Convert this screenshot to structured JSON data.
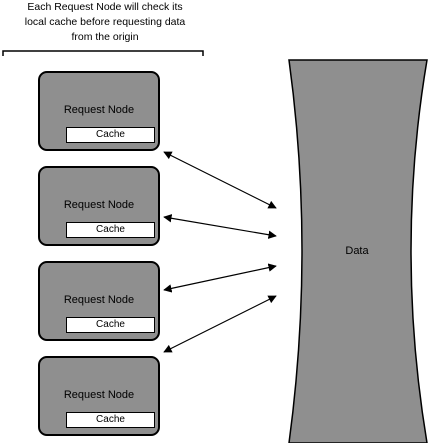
{
  "caption": {
    "lines": [
      "Each Request Node will check its",
      "local cache before requesting data",
      "from the origin"
    ]
  },
  "nodes": [
    {
      "label": "Request Node",
      "cache_label": "Cache"
    },
    {
      "label": "Request Node",
      "cache_label": "Cache"
    },
    {
      "label": "Request Node",
      "cache_label": "Cache"
    },
    {
      "label": "Request Node",
      "cache_label": "Cache"
    }
  ],
  "data_store": {
    "label": "Data"
  },
  "colors": {
    "node_fill": "#8f8f8f",
    "data_fill": "#8f8f8f",
    "stroke": "#000000"
  }
}
